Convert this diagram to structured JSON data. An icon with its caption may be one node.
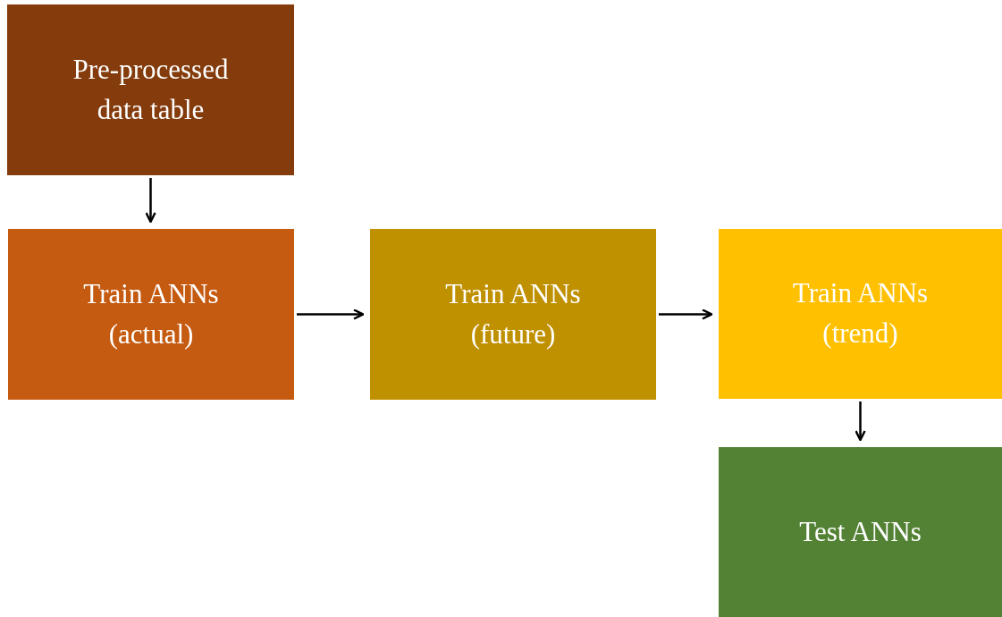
{
  "diagram": {
    "nodes": [
      {
        "text": [
          "Pre-processed data table"
        ]
      },
      {
        "text": [
          "Train ANNs (actual)"
        ]
      },
      {
        "text": [
          "Train ANNs (future)"
        ]
      },
      {
        "text": [
          "Train ANNs (trend)"
        ]
      },
      {
        "text": [
          "Test ANNs"
        ]
      }
    ],
    "edges": [
      {
        "from": 0,
        "to": 1,
        "arrow": "to"
      },
      {
        "from": 1,
        "to": 2,
        "arrow": "to"
      },
      {
        "from": 2,
        "to": 3,
        "arrow": "to"
      },
      {
        "from": 3,
        "to": 4,
        "arrow": "to"
      }
    ]
  }
}
